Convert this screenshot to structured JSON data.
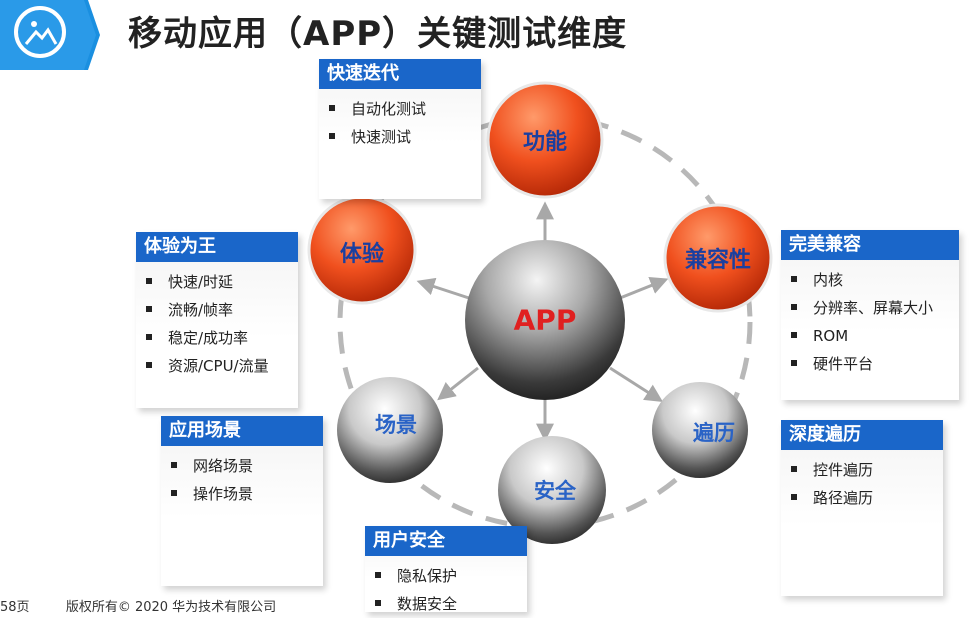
{
  "title": "移动应用（APP）关键测试维度",
  "center": {
    "label": "APP"
  },
  "nodes": {
    "gongneng": "功能",
    "jianrong": "兼容性",
    "bianli": "遍历",
    "anquan": "安全",
    "changjing": "场景",
    "tiyan": "体验"
  },
  "panels": {
    "kuaisu": {
      "title": "快速迭代",
      "items": [
        "自动化测试",
        "快速测试"
      ]
    },
    "tiyan": {
      "title": "体验为王",
      "items": [
        "快速/时延",
        "流畅/帧率",
        "稳定/成功率",
        "资源/CPU/流量"
      ]
    },
    "wanmei": {
      "title": "完美兼容",
      "items": [
        "内核",
        "分辨率、屏幕大小",
        "ROM",
        "硬件平台"
      ]
    },
    "yingyong": {
      "title": "应用场景",
      "items": [
        "网络场景",
        "操作场景"
      ]
    },
    "shendu": {
      "title": "深度遍历",
      "items": [
        "控件遍历",
        "路径遍历"
      ]
    },
    "yonghu": {
      "title": "用户安全",
      "items": [
        "隐私保护",
        "数据安全"
      ]
    }
  },
  "footer": {
    "page": "58页",
    "copyright": "版权所有© 2020 华为技术有限公司"
  },
  "colors": {
    "panel_header": "#1a66c9",
    "orange_node": "#f0501e",
    "center_label": "#e02020",
    "gray_node_label": "#2a63c6"
  },
  "icons": {
    "logo": "image-icon"
  }
}
